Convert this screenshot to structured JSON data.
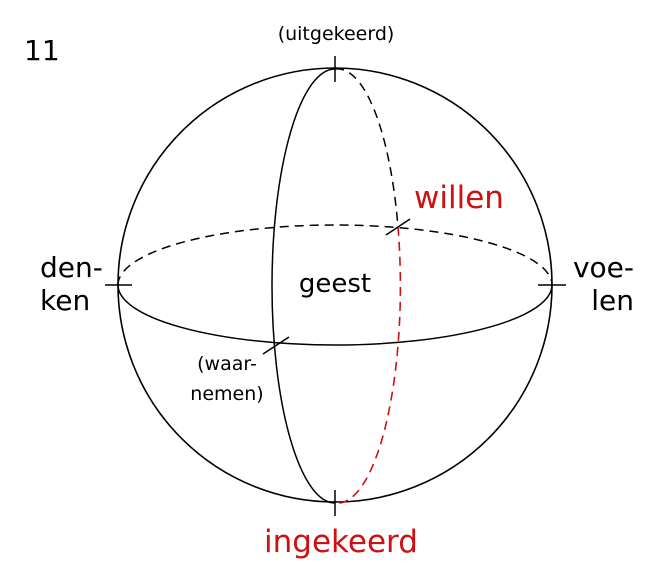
{
  "figure_number": "11",
  "labels": {
    "top": "(uitgekeerd)",
    "bottom": "ingekeerd",
    "left_line1": "den-",
    "left_line2": "ken",
    "right_line1": "voe-",
    "right_line2": "len",
    "center": "geest",
    "willen": "willen",
    "waarnemen_line1": "(waar-",
    "waarnemen_line2": "nemen)"
  },
  "colors": {
    "line": "#000000",
    "accent_red": "#cc1111"
  }
}
